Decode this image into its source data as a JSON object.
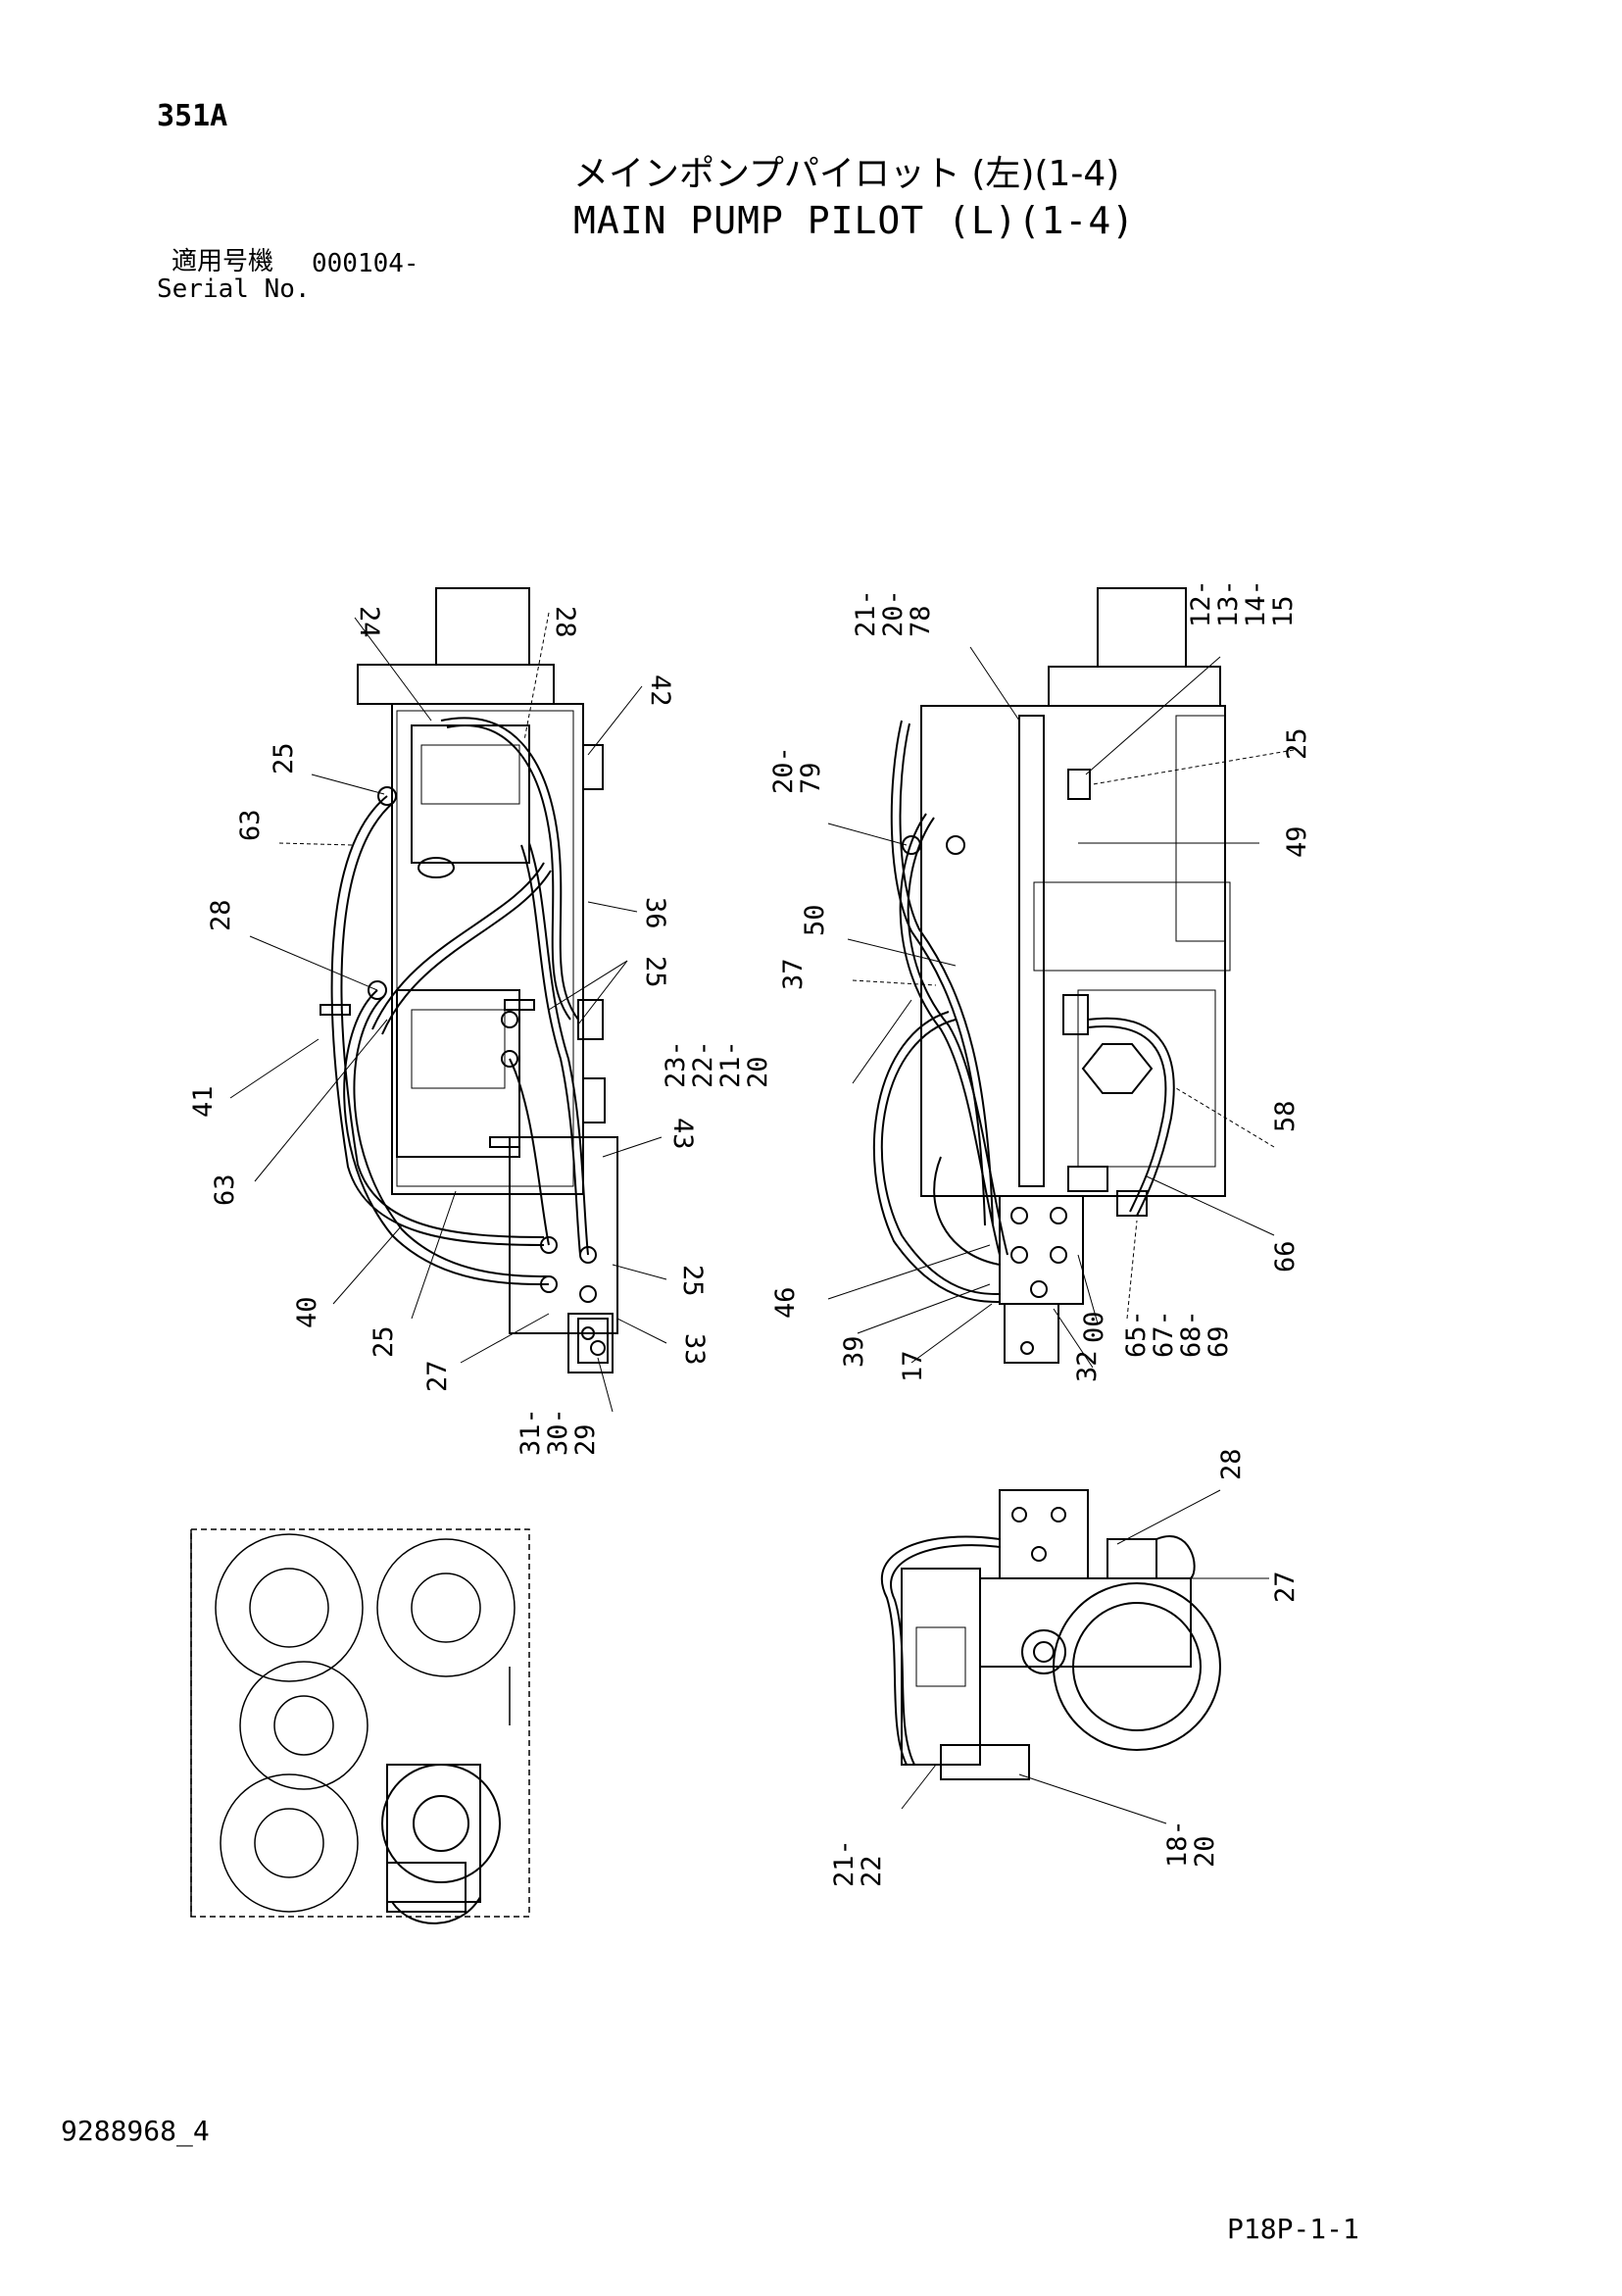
{
  "header": {
    "sheet_code": "351A",
    "title_jp": "メインポンプパイロット (左)(1-4)",
    "title_en": "MAIN PUMP PILOT (L)(1-4)",
    "serial_label_jp": "適用号機",
    "serial_value": "000104-",
    "serial_label_en": "Serial No."
  },
  "footer": {
    "doc_number": "9288968_4",
    "page_code": "P18P-1-1"
  },
  "callouts": {
    "left_view": {
      "c24": "24",
      "c28a": "28",
      "c42": "42",
      "c25a": "25",
      "c63a": "63",
      "c28b": "28",
      "c36": "36",
      "c25b": "25",
      "c41": "41",
      "c63b": "63",
      "c43": "43",
      "c25c": "25",
      "c40": "40",
      "c25d": "25",
      "c27": "27",
      "c33": "33",
      "c31": "31-",
      "c30": "30-",
      "c29": "29"
    },
    "right_view": {
      "c21": "21-",
      "c20": "20-",
      "c78": "78",
      "c12": "12-",
      "c13": "13-",
      "c14": "14-",
      "c15": "15",
      "c25": "25",
      "c49": "49",
      "c20a": "20-",
      "c79": "79",
      "c50": "50",
      "c37": "37",
      "c23": "23-",
      "c22": "22-",
      "c21b": "21-",
      "c20b": "20",
      "c58": "58",
      "c66": "66",
      "c46": "46",
      "c39": "39",
      "c17": "17",
      "c00": "00",
      "c32": "32",
      "c65": "65-",
      "c67": "67-",
      "c68": "68-",
      "c69": "69"
    },
    "bottom_right_view": {
      "c28": "28",
      "c27": "27",
      "c21": "21-",
      "c22": "22",
      "c18": "18-",
      "c20": "20"
    }
  }
}
